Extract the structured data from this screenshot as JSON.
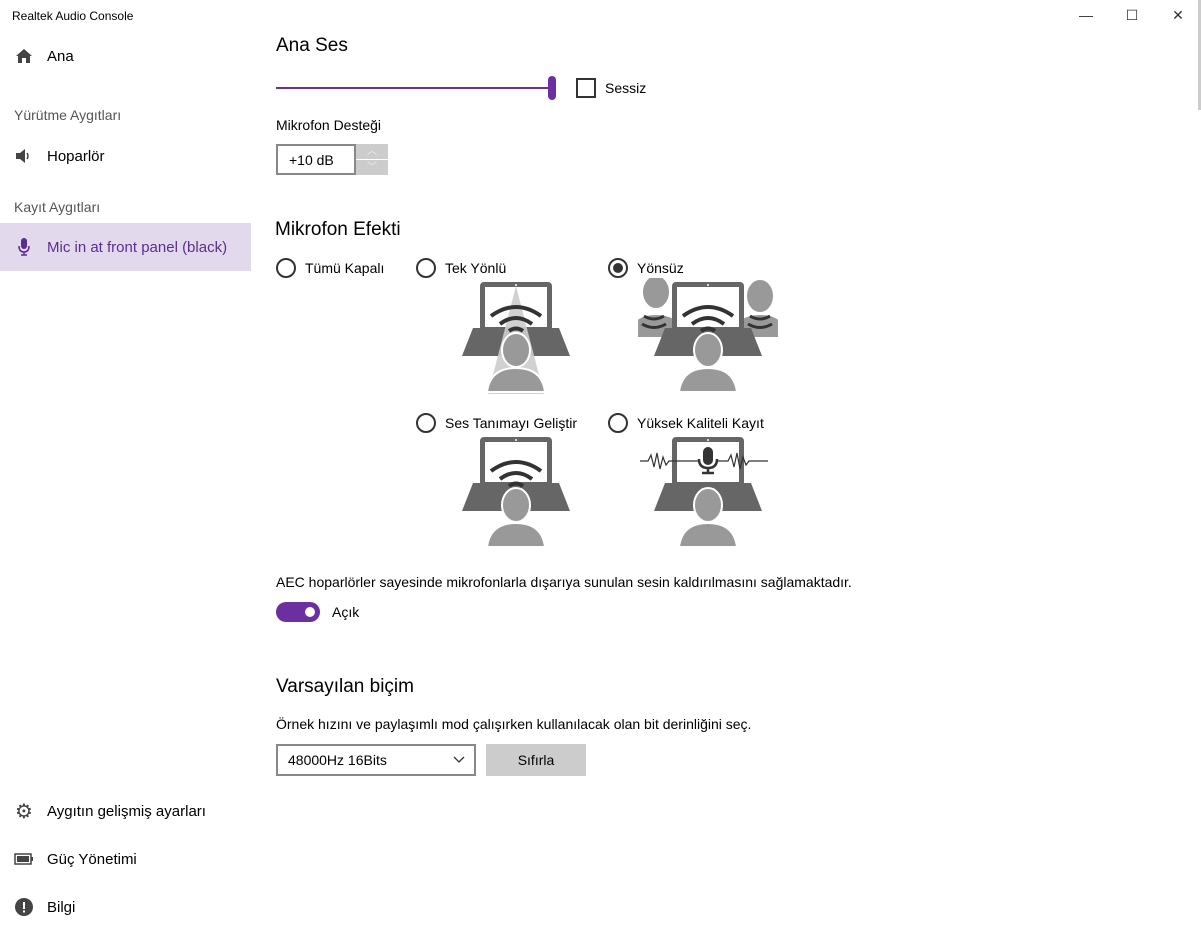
{
  "window": {
    "title": "Realtek Audio Console",
    "minimize": "—",
    "maximize": "☐",
    "close": "✕"
  },
  "sidebar": {
    "home": "Ana",
    "playback_section": "Yürütme Aygıtları",
    "speaker": "Hoparlör",
    "record_section": "Kayıt Aygıtları",
    "mic": "Mic in at front panel (black)",
    "advanced": "Aygıtın gelişmiş ayarları",
    "power": "Güç Yönetimi",
    "info": "Bilgi"
  },
  "main": {
    "volume_title": "Ana Ses",
    "volume_percent": 100,
    "mute_label": "Sessiz",
    "mute_checked": false,
    "boost_label": "Mikrofon Desteği",
    "boost_value": "+10 dB",
    "effect_title": "Mikrofon Efekti",
    "effects": [
      {
        "label": "Tümü Kapalı",
        "selected": false
      },
      {
        "label": "Tek Yönlü",
        "selected": false
      },
      {
        "label": "Yönsüz",
        "selected": true
      },
      {
        "label": "Ses Tanımayı Geliştir",
        "selected": false
      },
      {
        "label": "Yüksek Kaliteli Kayıt",
        "selected": false
      }
    ],
    "aec_text": "AEC hoparlörler sayesinde mikrofonlarla dışarıya sunulan sesin kaldırılmasını sağlamaktadır.",
    "aec_state": "Açık",
    "format_title": "Varsayılan biçim",
    "format_desc": "Örnek hızını ve paylaşımlı mod çalışırken kullanılacak olan bit derinliğini seç.",
    "format_value": "48000Hz 16Bits",
    "reset_label": "Sıfırla"
  },
  "colors": {
    "accent": "#6b2fa0",
    "selected_bg": "#e3d9ec"
  }
}
